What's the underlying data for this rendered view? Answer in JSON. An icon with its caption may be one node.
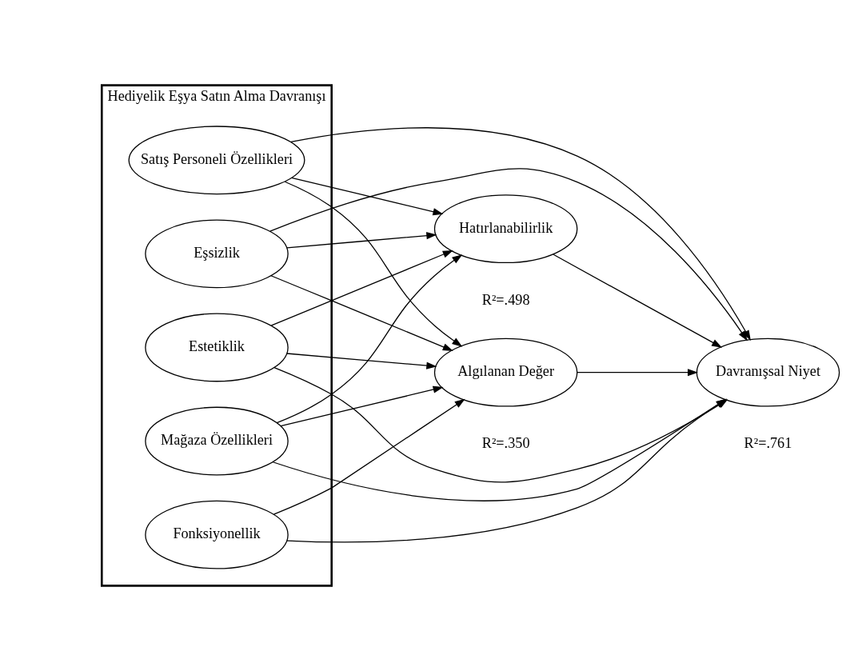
{
  "diagram": {
    "nodes": [
      {
        "text": [
          "Hediyelik Eşya Satın Alma Davranışı"
        ]
      },
      {
        "text": [
          "Estetiklik"
        ],
        "in": 0
      },
      {
        "text": [
          "Eşsizlik"
        ],
        "in": 0
      },
      {
        "text": [
          "Fonksiyonellik"
        ],
        "in": 0
      },
      {
        "text": [
          "Mağaza Özellikleri"
        ],
        "in": 0
      },
      {
        "text": [
          "Satış Personeli Özellikleri"
        ],
        "in": 0
      },
      {
        "text": [
          "Hatırlanabilirlik"
        ],
        "beside": [
          "R²=.498"
        ]
      },
      {
        "text": [
          "Davranışsal Niyet"
        ],
        "beside": [
          "R²=.761"
        ]
      },
      {
        "text": [
          "Algılanan Değer"
        ],
        "beside": [
          "R²=.350"
        ]
      }
    ],
    "edges": [
      {
        "from": 1,
        "to": 6,
        "arrow": "to"
      },
      {
        "from": 1,
        "to": 7,
        "arrow": "to"
      },
      {
        "from": 1,
        "to": 8,
        "arrow": "to"
      },
      {
        "from": 2,
        "to": 6,
        "arrow": "to"
      },
      {
        "from": 2,
        "to": 7,
        "arrow": "to"
      },
      {
        "from": 2,
        "to": 8,
        "arrow": "to"
      },
      {
        "from": 3,
        "to": 7,
        "arrow": "to"
      },
      {
        "from": 3,
        "to": 8,
        "arrow": "to"
      },
      {
        "from": 4,
        "to": 6,
        "arrow": "to"
      },
      {
        "from": 4,
        "to": 7,
        "arrow": "to"
      },
      {
        "from": 4,
        "to": 8,
        "arrow": "to"
      },
      {
        "from": 5,
        "to": 6,
        "arrow": "to"
      },
      {
        "from": 5,
        "to": 7,
        "arrow": "to"
      },
      {
        "from": 5,
        "to": 8,
        "arrow": "to"
      },
      {
        "from": 6,
        "to": 7,
        "arrow": "to"
      },
      {
        "from": 8,
        "to": 7,
        "arrow": "to"
      }
    ]
  }
}
